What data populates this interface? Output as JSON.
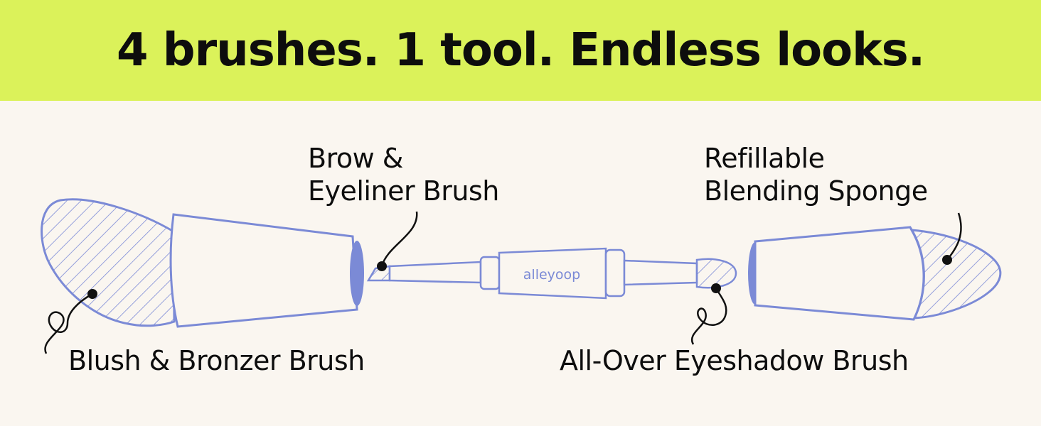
{
  "headline": "4 brushes. 1 tool. Endless looks.",
  "brand": "alleyoop",
  "labels": {
    "brow_eyeliner": [
      "Brow &",
      "Eyeliner Brush"
    ],
    "refillable_sponge": [
      "Refillable",
      "Blending Sponge"
    ],
    "blush_bronzer": "Blush & Bronzer Brush",
    "eyeshadow": "All-Over Eyeshadow Brush"
  },
  "colors": {
    "banner": "#dbf25a",
    "background": "#faf6f0",
    "outline": "#7b8ad6",
    "tip_fill": "#7b8ad6",
    "text": "#0d0d0d"
  }
}
